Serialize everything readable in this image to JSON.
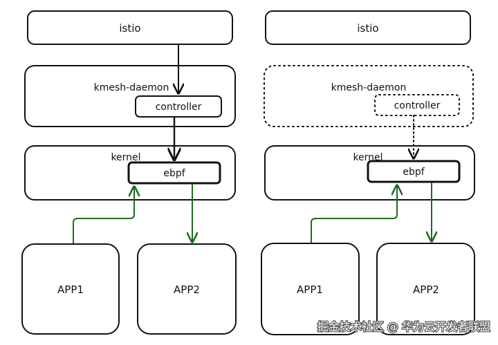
{
  "colors": {
    "stroke": "#111111",
    "arrow_green": "#1f6b1f",
    "watermark_text": "#ffffff"
  },
  "left": {
    "istio": "istio",
    "kmesh_daemon": "kmesh-daemon",
    "controller": "controller",
    "kernel": "kernel",
    "ebpf": "ebpf",
    "app1": "APP1",
    "app2": "APP2"
  },
  "right": {
    "istio": "istio",
    "kmesh_daemon": "kmesh-daemon",
    "controller": "controller",
    "kernel": "kernel",
    "ebpf": "ebpf",
    "app1": "APP1",
    "app2": "APP2"
  },
  "watermark": "掘金技术社区 @ 华为云开发者联盟"
}
